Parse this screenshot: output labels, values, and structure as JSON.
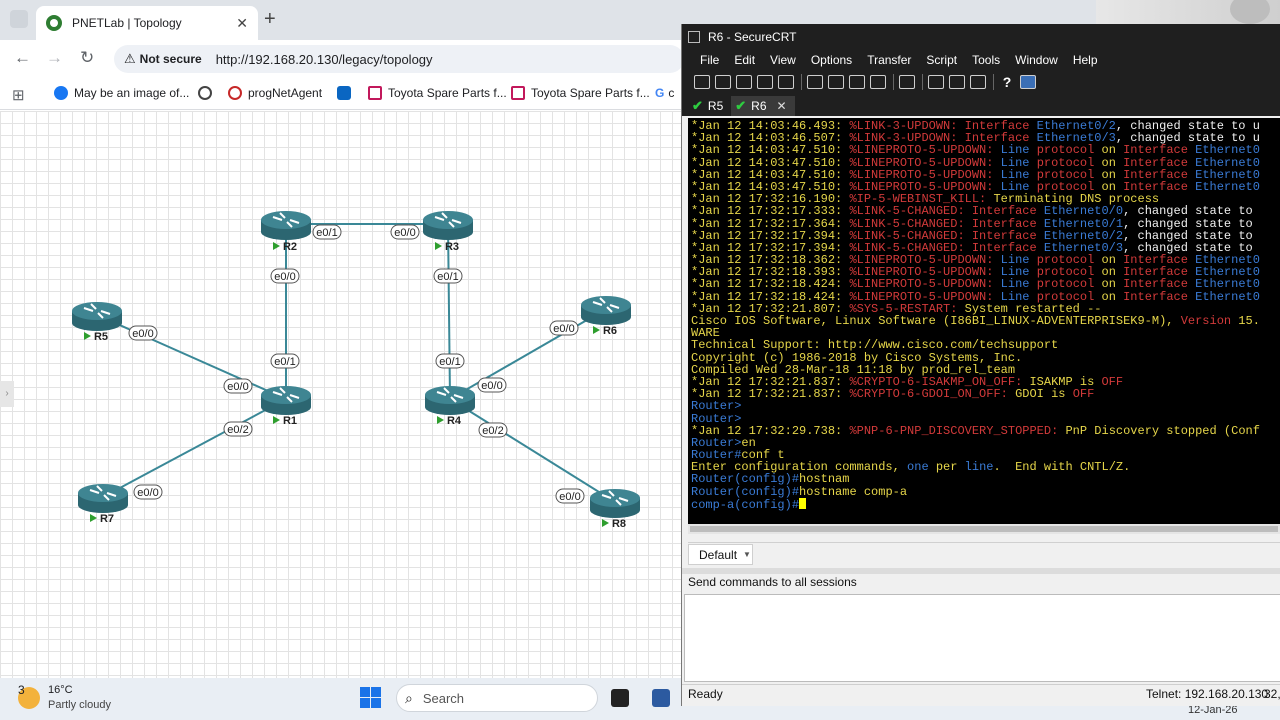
{
  "browser": {
    "tab_title": "PNETLab | Topology",
    "tab_close": "✕",
    "new_tab": "+",
    "security_label": "Not secure",
    "url": "http://192.168.20.130/legacy/topology",
    "bookmarks": [
      {
        "label": "May be an image of...",
        "color": "#1877f2"
      },
      {
        "label": "",
        "color": "#444444"
      },
      {
        "label": "progNetAgent",
        "color": "#c62828"
      },
      {
        "label": "",
        "color": "#0a66c2"
      },
      {
        "label": "Toyota Spare Parts f...",
        "color": "#c2185b"
      },
      {
        "label": "Toyota Spare Parts f...",
        "color": "#c2185b"
      },
      {
        "label": "c",
        "color": "#4285f4"
      }
    ]
  },
  "topology": {
    "nodes": [
      {
        "name": "R2"
      },
      {
        "name": "R3"
      },
      {
        "name": "R5"
      },
      {
        "name": "R1"
      },
      {
        "name": "R4"
      },
      {
        "name": "R6"
      },
      {
        "name": "R7"
      },
      {
        "name": "R8"
      }
    ],
    "links": [
      {
        "from": "R2",
        "to": "R3",
        "from_if": "e0/1",
        "to_if": "e0/0"
      },
      {
        "from": "R2",
        "to": "R1",
        "from_if": "e0/0",
        "to_if": "e0/1"
      },
      {
        "from": "R3",
        "to": "R4",
        "from_if": "e0/1",
        "to_if": "e0/1"
      },
      {
        "from": "R5",
        "to": "R1",
        "from_if": "e0/0",
        "to_if": "e0/0"
      },
      {
        "from": "R1",
        "to": "R7",
        "from_if": "e0/2",
        "to_if": "e0/0"
      },
      {
        "from": "R4",
        "to": "R6",
        "from_if": "e0/0",
        "to_if": "e0/0"
      },
      {
        "from": "R4",
        "to": "R8",
        "from_if": "e0/2",
        "to_if": "e0/0"
      }
    ],
    "colors": {
      "router": "#3f8592",
      "router_dark": "#2c6671",
      "link": "#3a8897",
      "play": "#2e9e2e"
    }
  },
  "taskbar": {
    "weather_badge": "3",
    "temperature": "16°C",
    "condition": "Partly cloudy",
    "search_label": "Search",
    "clock_date": "12-Jan-26"
  },
  "securecrt": {
    "title": "R6 - SecureCRT",
    "menu": [
      "File",
      "Edit",
      "View",
      "Options",
      "Transfer",
      "Script",
      "Tools",
      "Window",
      "Help"
    ],
    "tabs": [
      {
        "label": "R5",
        "active": false
      },
      {
        "label": "R6",
        "active": true
      }
    ],
    "tab_close": "✕",
    "terminal_lines": [
      [
        [
          "c-y",
          "*Jan 12 14:03:46.493: "
        ],
        [
          "c-r",
          "%LINK-3-UPDOWN: "
        ],
        [
          "c-r",
          "Interface "
        ],
        [
          "c-b",
          "Ethernet0/2"
        ],
        [
          "c-w",
          ", changed state to u"
        ]
      ],
      [
        [
          "c-y",
          "*Jan 12 14:03:46.507: "
        ],
        [
          "c-r",
          "%LINK-3-UPDOWN: "
        ],
        [
          "c-r",
          "Interface "
        ],
        [
          "c-b",
          "Ethernet0/3"
        ],
        [
          "c-w",
          ", changed state to u"
        ]
      ],
      [
        [
          "c-y",
          "*Jan 12 14:03:47.510: "
        ],
        [
          "c-r",
          "%LINEPROTO-5-UPDOWN: "
        ],
        [
          "c-b",
          "Line "
        ],
        [
          "c-r",
          "protocol "
        ],
        [
          "c-y",
          "on "
        ],
        [
          "c-r",
          "Interface "
        ],
        [
          "c-b",
          "Ethernet0"
        ]
      ],
      [
        [
          "c-y",
          "*Jan 12 14:03:47.510: "
        ],
        [
          "c-r",
          "%LINEPROTO-5-UPDOWN: "
        ],
        [
          "c-b",
          "Line "
        ],
        [
          "c-r",
          "protocol "
        ],
        [
          "c-y",
          "on "
        ],
        [
          "c-r",
          "Interface "
        ],
        [
          "c-b",
          "Ethernet0"
        ]
      ],
      [
        [
          "c-y",
          "*Jan 12 14:03:47.510: "
        ],
        [
          "c-r",
          "%LINEPROTO-5-UPDOWN: "
        ],
        [
          "c-b",
          "Line "
        ],
        [
          "c-r",
          "protocol "
        ],
        [
          "c-y",
          "on "
        ],
        [
          "c-r",
          "Interface "
        ],
        [
          "c-b",
          "Ethernet0"
        ]
      ],
      [
        [
          "c-y",
          "*Jan 12 14:03:47.510: "
        ],
        [
          "c-r",
          "%LINEPROTO-5-UPDOWN: "
        ],
        [
          "c-b",
          "Line "
        ],
        [
          "c-r",
          "protocol "
        ],
        [
          "c-y",
          "on "
        ],
        [
          "c-r",
          "Interface "
        ],
        [
          "c-b",
          "Ethernet0"
        ]
      ],
      [
        [
          "c-y",
          "*Jan 12 17:32:16.190: "
        ],
        [
          "c-r",
          "%IP-5-WEBINST_KILL: "
        ],
        [
          "c-y",
          "Terminating DNS process"
        ]
      ],
      [
        [
          "c-y",
          "*Jan 12 17:32:17.333: "
        ],
        [
          "c-r",
          "%LINK-5-CHANGED: "
        ],
        [
          "c-r",
          "Interface "
        ],
        [
          "c-b",
          "Ethernet0/0"
        ],
        [
          "c-w",
          ", changed state to "
        ]
      ],
      [
        [
          "c-y",
          "*Jan 12 17:32:17.364: "
        ],
        [
          "c-r",
          "%LINK-5-CHANGED: "
        ],
        [
          "c-r",
          "Interface "
        ],
        [
          "c-b",
          "Ethernet0/1"
        ],
        [
          "c-w",
          ", changed state to "
        ]
      ],
      [
        [
          "c-y",
          "*Jan 12 17:32:17.394: "
        ],
        [
          "c-r",
          "%LINK-5-CHANGED: "
        ],
        [
          "c-r",
          "Interface "
        ],
        [
          "c-b",
          "Ethernet0/2"
        ],
        [
          "c-w",
          ", changed state to "
        ]
      ],
      [
        [
          "c-y",
          "*Jan 12 17:32:17.394: "
        ],
        [
          "c-r",
          "%LINK-5-CHANGED: "
        ],
        [
          "c-r",
          "Interface "
        ],
        [
          "c-b",
          "Ethernet0/3"
        ],
        [
          "c-w",
          ", changed state to "
        ]
      ],
      [
        [
          "c-y",
          "*Jan 12 17:32:18.362: "
        ],
        [
          "c-r",
          "%LINEPROTO-5-UPDOWN: "
        ],
        [
          "c-b",
          "Line "
        ],
        [
          "c-r",
          "protocol "
        ],
        [
          "c-y",
          "on "
        ],
        [
          "c-r",
          "Interface "
        ],
        [
          "c-b",
          "Ethernet0"
        ]
      ],
      [
        [
          "c-y",
          "*Jan 12 17:32:18.393: "
        ],
        [
          "c-r",
          "%LINEPROTO-5-UPDOWN: "
        ],
        [
          "c-b",
          "Line "
        ],
        [
          "c-r",
          "protocol "
        ],
        [
          "c-y",
          "on "
        ],
        [
          "c-r",
          "Interface "
        ],
        [
          "c-b",
          "Ethernet0"
        ]
      ],
      [
        [
          "c-y",
          "*Jan 12 17:32:18.424: "
        ],
        [
          "c-r",
          "%LINEPROTO-5-UPDOWN: "
        ],
        [
          "c-b",
          "Line "
        ],
        [
          "c-r",
          "protocol "
        ],
        [
          "c-y",
          "on "
        ],
        [
          "c-r",
          "Interface "
        ],
        [
          "c-b",
          "Ethernet0"
        ]
      ],
      [
        [
          "c-y",
          "*Jan 12 17:32:18.424: "
        ],
        [
          "c-r",
          "%LINEPROTO-5-UPDOWN: "
        ],
        [
          "c-b",
          "Line "
        ],
        [
          "c-r",
          "protocol "
        ],
        [
          "c-y",
          "on "
        ],
        [
          "c-r",
          "Interface "
        ],
        [
          "c-b",
          "Ethernet0"
        ]
      ],
      [
        [
          "c-y",
          "*Jan 12 17:32:21.807: "
        ],
        [
          "c-r",
          "%SYS-5-RESTART: "
        ],
        [
          "c-y",
          "System restarted --"
        ]
      ],
      [
        [
          "c-y",
          "Cisco IOS Software, Linux Software (I86BI_LINUX-ADVENTERPRISEK9-M), "
        ],
        [
          "c-r",
          "Version "
        ],
        [
          "c-y",
          "15."
        ]
      ],
      [
        [
          "c-y",
          "WARE"
        ]
      ],
      [
        [
          "c-y",
          "Technical Support: http://www.cisco.com/techsupport"
        ]
      ],
      [
        [
          "c-y",
          "Copyright (c) 1986-2018 by Cisco Systems, Inc."
        ]
      ],
      [
        [
          "c-y",
          "Compiled Wed 28-Mar-18 11:18 by prod_rel_team"
        ]
      ],
      [
        [
          "c-y",
          "*Jan 12 17:32:21.837: "
        ],
        [
          "c-r",
          "%CRYPTO-6-ISAKMP_ON_OFF: "
        ],
        [
          "c-y",
          "ISAKMP is "
        ],
        [
          "c-r",
          "OFF"
        ]
      ],
      [
        [
          "c-y",
          "*Jan 12 17:32:21.837: "
        ],
        [
          "c-r",
          "%CRYPTO-6-GDOI_ON_OFF: "
        ],
        [
          "c-y",
          "GDOI is "
        ],
        [
          "c-r",
          "OFF"
        ]
      ],
      [
        [
          "c-b",
          "Router>"
        ]
      ],
      [
        [
          "c-b",
          "Router>"
        ]
      ],
      [
        [
          "c-y",
          "*Jan 12 17:32:29.738: "
        ],
        [
          "c-r",
          "%PNP-6-PNP_DISCOVERY_STOPPED: "
        ],
        [
          "c-y",
          "PnP Discovery stopped (Conf"
        ]
      ],
      [
        [
          "c-b",
          "Router>"
        ],
        [
          "c-y",
          "en"
        ]
      ],
      [
        [
          "c-b",
          "Router#"
        ],
        [
          "c-y",
          "conf t"
        ]
      ],
      [
        [
          "c-y",
          "Enter configuration commands, "
        ],
        [
          "c-b",
          "one "
        ],
        [
          "c-y",
          "per "
        ],
        [
          "c-b",
          "line"
        ],
        [
          "c-y",
          ".  End with CNTL/Z."
        ]
      ],
      [
        [
          "c-b",
          "Router(config)#"
        ],
        [
          "c-y",
          "hostnam"
        ]
      ],
      [
        [
          "c-b",
          "Router(config)#"
        ],
        [
          "c-y",
          "hostname comp-a"
        ]
      ],
      [
        [
          "c-b",
          "comp-a(config)#"
        ]
      ]
    ],
    "session_name": "Default",
    "send_commands_label": "Send commands to all sessions",
    "status_ready": "Ready",
    "status_telnet": "Telnet: 192.168.20.130",
    "status_pos": "32,"
  }
}
